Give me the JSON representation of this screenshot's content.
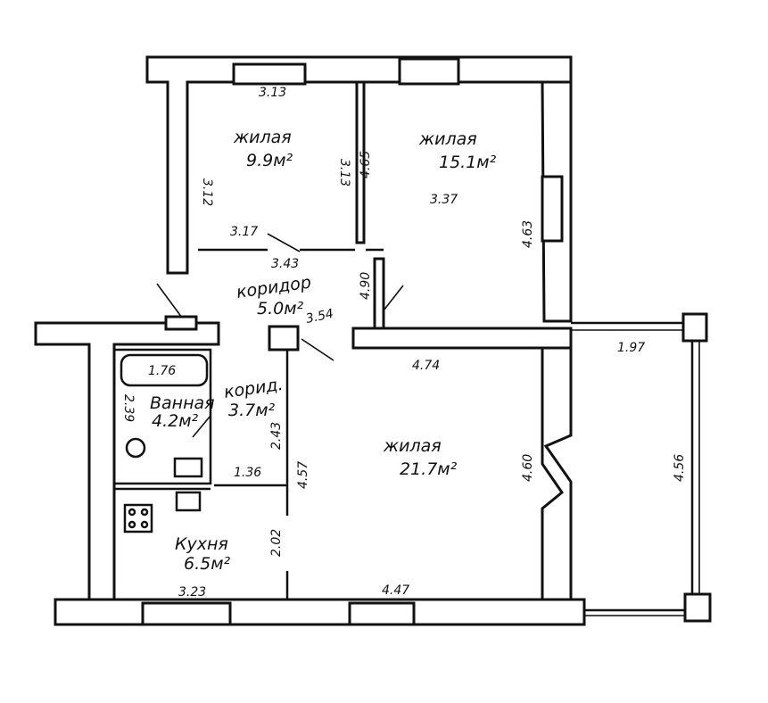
{
  "rooms": {
    "living_small": {
      "name": "жилая",
      "area": "9.9м²"
    },
    "living_mid": {
      "name": "жилая",
      "area": "15.1м²"
    },
    "living_big": {
      "name": "жилая",
      "area": "21.7м²"
    },
    "corridor": {
      "name": "коридор",
      "area": "5.0м²"
    },
    "corridor2": {
      "name": "корид.",
      "area": "3.7м²"
    },
    "bathroom": {
      "name": "Ванная",
      "area": "4.2м²"
    },
    "kitchen": {
      "name": "Кухня",
      "area": "6.5м²"
    }
  },
  "dimensions": {
    "d_313_top": "3.13",
    "d_312": "3.12",
    "d_313_side": "3.13",
    "d_317": "3.17",
    "d_343": "3.43",
    "d_465": "4.65",
    "d_337": "3.37",
    "d_463": "4.63",
    "d_490": "4.90",
    "d_354": "3.54",
    "d_176": "1.76",
    "d_239": "2.39",
    "d_243": "2.43",
    "d_136": "1.36",
    "d_457": "4.57",
    "d_474": "4.74",
    "d_460": "4.60",
    "d_197": "1.97",
    "d_456": "4.56",
    "d_202": "2.02",
    "d_323": "3.23",
    "d_447": "4.47"
  }
}
